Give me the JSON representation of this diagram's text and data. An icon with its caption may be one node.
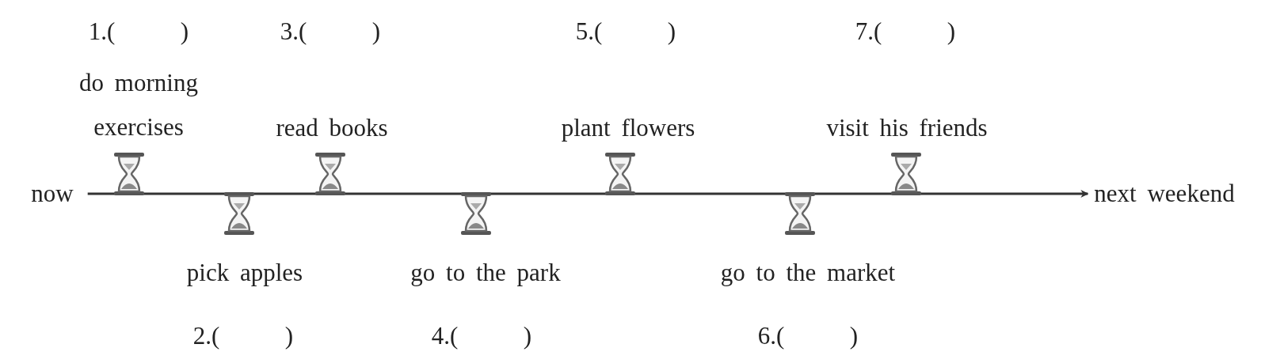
{
  "diagram": {
    "nodes": [
      {
        "text": [
          "now"
        ]
      },
      {
        "text": [
          "next weekend"
        ]
      }
    ],
    "edges": [
      {
        "from": 0,
        "to": 1,
        "arrow": "to"
      }
    ],
    "labels": [
      "1.(      )",
      "3.(      )",
      "5.(      )",
      "7.(      )",
      "do morning exercises",
      "read books",
      "plant flowers",
      "visit his friends",
      "pick apples",
      "go to the park",
      "go to the market",
      "2.(      )",
      "4.(      )",
      "6.(      )"
    ]
  }
}
